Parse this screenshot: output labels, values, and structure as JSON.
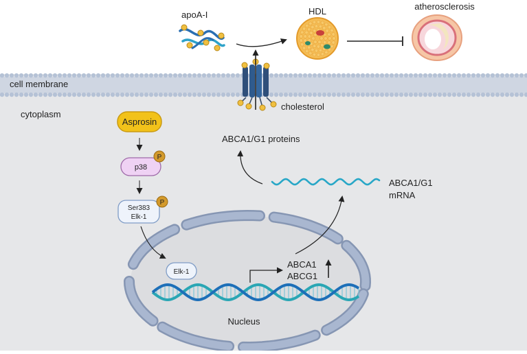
{
  "labels": {
    "apoa": "apoA-I",
    "hdl": "HDL",
    "atherosclerosis": "atherosclerosis",
    "cell_membrane": "cell membrane",
    "cytoplasm": "cytoplasm",
    "cholesterol": "cholesterol",
    "proteins": "ABCA1/G1 proteins",
    "asprosin": "Asprosin",
    "p38": "p38",
    "phospho": "P",
    "ser383": "Ser383",
    "elk1_bound": "Elk-1",
    "elk1": "Elk-1",
    "mrna_line1": "ABCA1/G1",
    "mrna_line2": "mRNA",
    "gene1": "ABCA1",
    "gene2": "ABCG1",
    "nucleus": "Nucleus"
  },
  "colors": {
    "cytoplasm_bg": "#e6e7e9",
    "membrane_fill": "#cfd6e2",
    "membrane_head": "#b5c2d6",
    "nucleus_fill": "#dcdde0",
    "nuclear_envelope": "#a2b1cb",
    "asprosin": "#f2c21a",
    "p38": "#efd2f4",
    "elk1": "#eef3fb",
    "phospho_badge": "#d39a2c",
    "dna_teal": "#2aa6b4",
    "dna_blue": "#1d6fb8",
    "mrna": "#28a7c7",
    "hdl": "#f1ac3c",
    "vessel_wall": "#f2b39a"
  }
}
